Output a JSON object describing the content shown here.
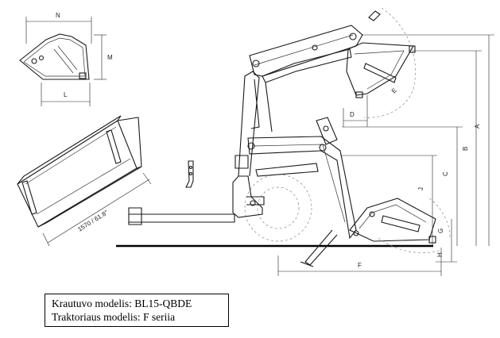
{
  "caption": {
    "loader_line": "Krautuvo modelis: BL15-QBDE",
    "tractor_line": "Traktoriaus modelis: F seriia"
  },
  "dimensions": {
    "N": "N",
    "M": "M",
    "L": "L",
    "A": "A",
    "B": "B",
    "C": "C",
    "D": "D",
    "E": "E",
    "F": "F",
    "G": "G",
    "H": "H",
    "J": "J",
    "bucket_width": "1570 / 61.8\""
  }
}
